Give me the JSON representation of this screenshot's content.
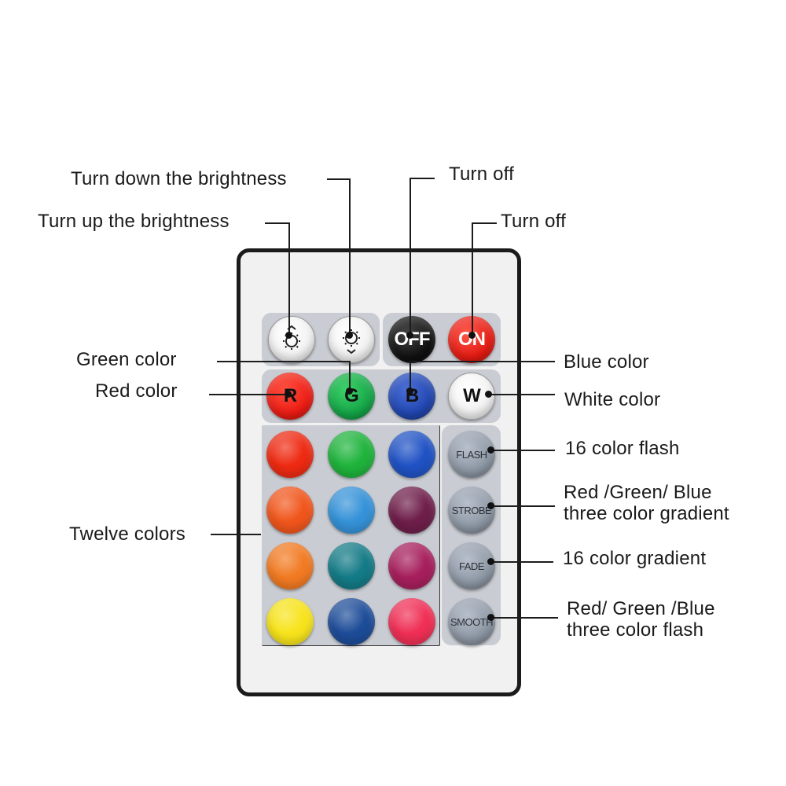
{
  "labels": {
    "turn_down_brightness": "Turn down the brightness",
    "turn_up_brightness": "Turn up the brightness",
    "turn_off_1": "Turn off",
    "turn_off_2": "Turn off",
    "green_color": "Green color",
    "red_color": "Red color",
    "blue_color": "Blue color",
    "white_color": "White color",
    "twelve_colors": "Twelve colors",
    "color_flash_16": "16 color flash",
    "rgb_gradient_line1": "Red /Green/ Blue",
    "rgb_gradient_line2": "three color gradient",
    "color_gradient_16": "16 color gradient",
    "rgb_flash_line1": "Red/ Green /Blue",
    "rgb_flash_line2": "three color flash"
  },
  "buttons": {
    "off": "OFF",
    "on": "ON",
    "red": "R",
    "green": "G",
    "blue": "B",
    "white": "W",
    "flash": "FLASH",
    "strobe": "STROBE",
    "fade": "FADE",
    "smooth": "SMOOTH"
  },
  "color_grid": [
    "#ee2a12",
    "#1fb33c",
    "#2052c4",
    "#f0561c",
    "#3592d8",
    "#6e1e4a",
    "#f17a22",
    "#137a86",
    "#a61f5c",
    "#f7e31b",
    "#1d4c98",
    "#ef2f55"
  ]
}
